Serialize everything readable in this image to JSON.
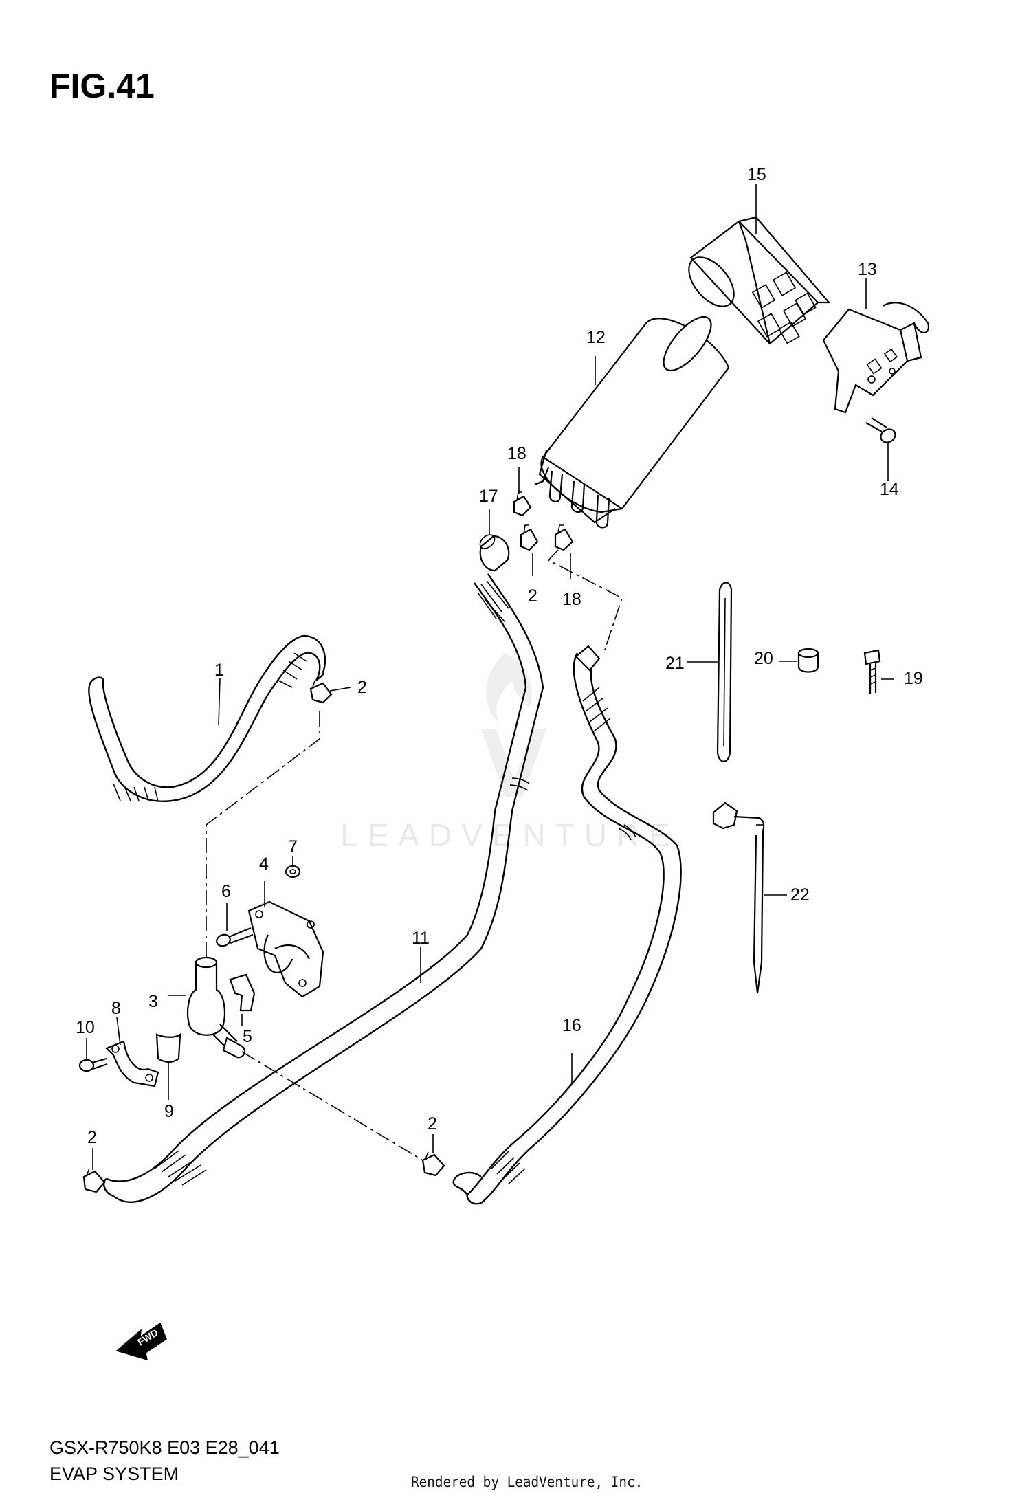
{
  "figure": {
    "title": "FIG.41"
  },
  "watermark": {
    "text": "LEADVENTURE"
  },
  "footer": {
    "model_code": "GSX-R750K8 E03 E28_041",
    "system_name": "EVAP SYSTEM",
    "rendered_by": "Rendered by LeadVenture, Inc."
  },
  "fwd_badge": {
    "text": "FWD",
    "icon": "fwd-arrow-icon"
  },
  "callouts": {
    "c1": "1",
    "c2a": "2",
    "c2b": "2",
    "c2c": "2",
    "c2d": "2",
    "c3": "3",
    "c4": "4",
    "c5": "5",
    "c6": "6",
    "c7": "7",
    "c8": "8",
    "c9": "9",
    "c10": "10",
    "c11": "11",
    "c12": "12",
    "c13": "13",
    "c14": "14",
    "c15": "15",
    "c16": "16",
    "c17": "17",
    "c18a": "18",
    "c18b": "18",
    "c19": "19",
    "c20": "20",
    "c21": "21",
    "c22": "22"
  },
  "colors": {
    "line": "#000000",
    "background": "#ffffff",
    "watermark": "#e9e9e9"
  }
}
